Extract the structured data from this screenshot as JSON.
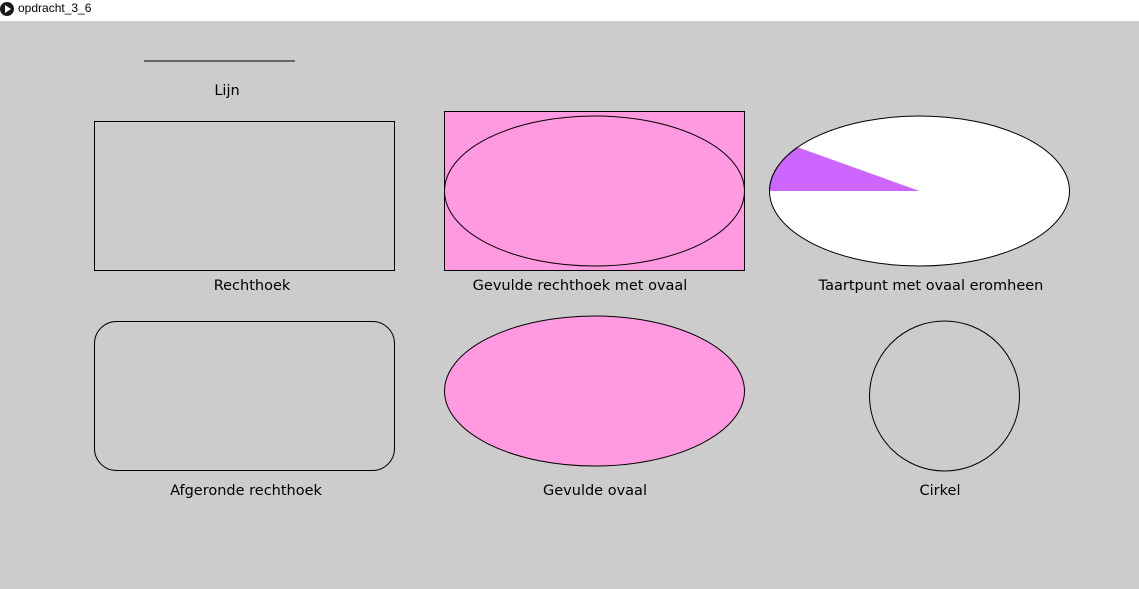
{
  "window": {
    "title": "opdracht_3_6"
  },
  "colors": {
    "background": "#cccccc",
    "pink_fill": "#ff99e0",
    "purple_slice": "#cc66ff",
    "white_fill": "#ffffff",
    "stroke": "#000000"
  },
  "shapes": {
    "line_label": "Lijn",
    "rect_label": "Rechthoek",
    "filled_rect_oval_label": "Gevulde rechthoek met ovaal",
    "pie_label": "Taartpunt met ovaal eromheen",
    "rounded_rect_label": "Afgeronde rechthoek",
    "filled_oval_label": "Gevulde ovaal",
    "circle_label": "Cirkel"
  }
}
